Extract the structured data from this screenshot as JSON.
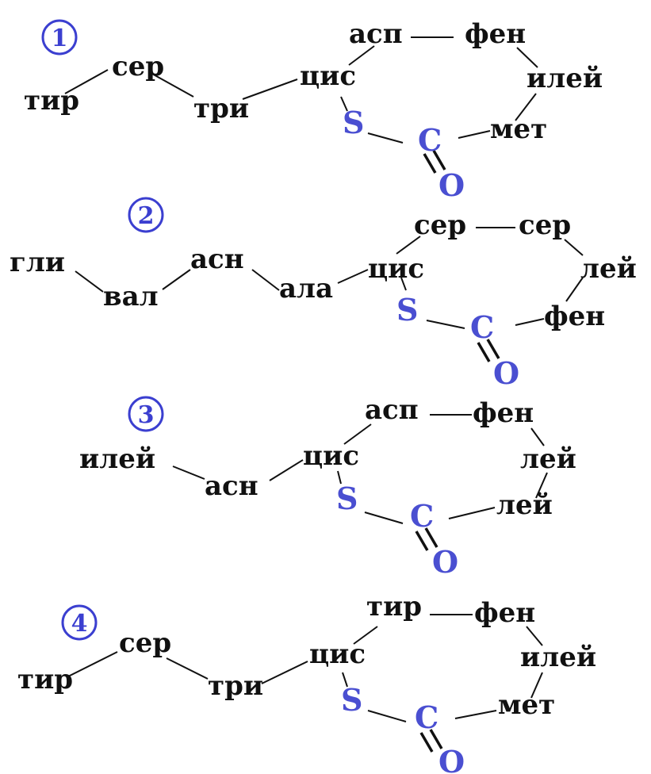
{
  "structures": [
    {
      "number": "1",
      "chain": [
        "тир",
        "сер",
        "три"
      ],
      "cys": "цис",
      "ring": [
        "асп",
        "фен",
        "илей",
        "мет"
      ],
      "sulfur": "S",
      "carbon": "C",
      "oxygen": "O"
    },
    {
      "number": "2",
      "chain": [
        "гли",
        "вал",
        "асн",
        "ала"
      ],
      "cys": "цис",
      "ring": [
        "сер",
        "сер",
        "лей",
        "фен"
      ],
      "sulfur": "S",
      "carbon": "C",
      "oxygen": "O"
    },
    {
      "number": "3",
      "chain": [
        "илей",
        "асн"
      ],
      "cys": "цис",
      "ring": [
        "асп",
        "фен",
        "лей",
        "лей"
      ],
      "sulfur": "S",
      "carbon": "C",
      "oxygen": "O"
    },
    {
      "number": "4",
      "chain": [
        "тир",
        "сер",
        "три"
      ],
      "cys": "цис",
      "ring": [
        "тир",
        "фен",
        "илей",
        "мет"
      ],
      "sulfur": "S",
      "carbon": "C",
      "oxygen": "O"
    }
  ],
  "colors": {
    "residue": "#111111",
    "atoms": "#4a4fd1",
    "number_badge": "#3b3fd0",
    "background": "#ffffff"
  }
}
